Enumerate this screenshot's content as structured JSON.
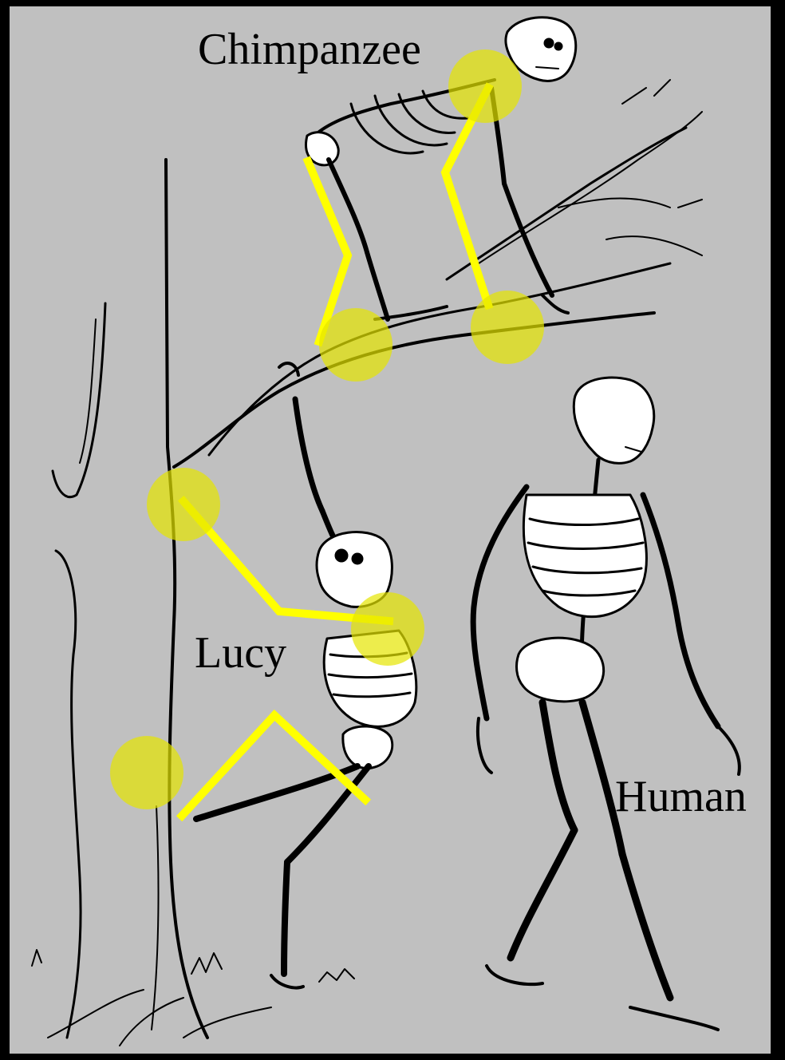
{
  "labels": {
    "chimpanzee": "Chimpanzee",
    "lucy": "Lucy",
    "human": "Human"
  },
  "colors": {
    "frame": "#000000",
    "panel": "#c0c0c0",
    "ink": "#000000",
    "bone": "#ffffff",
    "highlight_line": "#ffff00",
    "highlight_circle": "#e6e600"
  }
}
